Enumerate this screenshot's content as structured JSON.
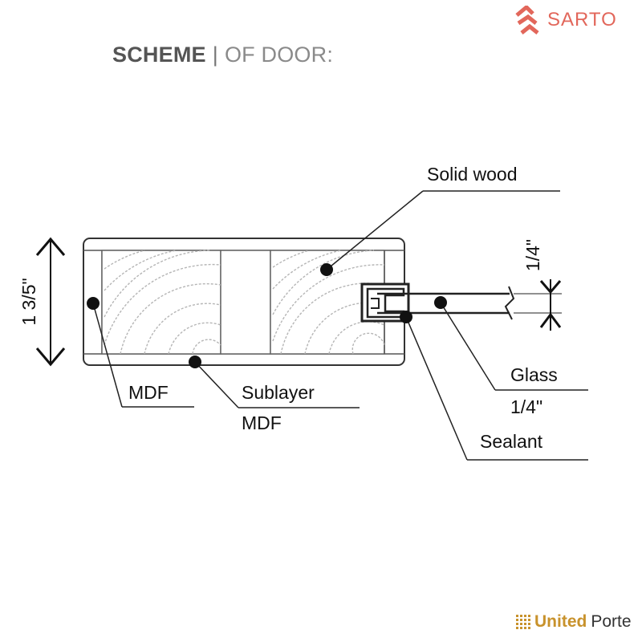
{
  "brand": {
    "name": "SARTO",
    "accent_color": "#e2675b",
    "icon": "sarto-logo-icon"
  },
  "title": {
    "bold": "SCHEME",
    "separator": "|",
    "light": "OF DOOR:"
  },
  "labels": {
    "solid_wood": "Solid wood",
    "mdf_left": "MDF",
    "sublayer": "Sublayer",
    "sublayer_mdf": "MDF",
    "glass": "Glass",
    "glass_thickness": "1/4\"",
    "sealant": "Sealant"
  },
  "dimensions": {
    "door_thickness": "1 3/5\"",
    "glass_width": "1/4\""
  },
  "footer": {
    "logo_bold": "United",
    "logo_regular": "Porte",
    "accent_color": "#c8922c",
    "icon": "united-porte-grid-icon"
  }
}
